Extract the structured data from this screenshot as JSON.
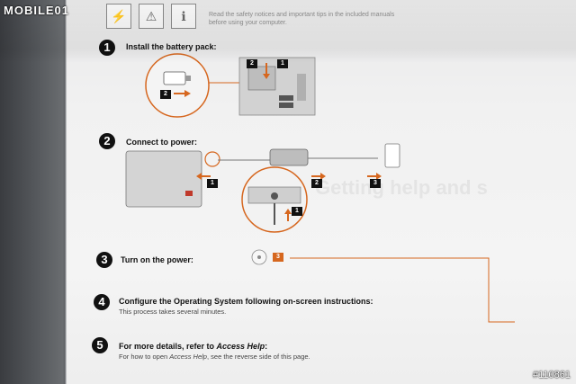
{
  "watermark": {
    "site": "MOBILE01",
    "id": "#110861"
  },
  "header": {
    "safety_line1": "Read the safety notices and important tips in the included manuals",
    "safety_line2": "before using your computer."
  },
  "steps": [
    {
      "number": "1",
      "title": "Install the battery pack:"
    },
    {
      "number": "2",
      "title": "Connect to power:"
    },
    {
      "number": "3",
      "title": "Turn on the power:"
    },
    {
      "number": "4",
      "title": "Configure the Operating System following on-screen instructions:",
      "subtitle": "This process takes several minutes."
    },
    {
      "number": "5",
      "title_prefix": "For more details, refer to ",
      "title_emph": "Access Help",
      "title_suffix": ":",
      "subtitle_prefix": "For how to open ",
      "subtitle_emph": "Access Help",
      "subtitle_suffix": ", see the reverse side of this page."
    }
  ],
  "callouts": {
    "battery_a": "2",
    "battery_b": "1",
    "battery_c": "2",
    "power_a": "1",
    "power_b": "2",
    "power_c": "3",
    "power_d": "1",
    "power_on": "3"
  },
  "faint_text": "Getting help and s",
  "colors": {
    "accent": "#d6671f",
    "ink": "#111111"
  }
}
